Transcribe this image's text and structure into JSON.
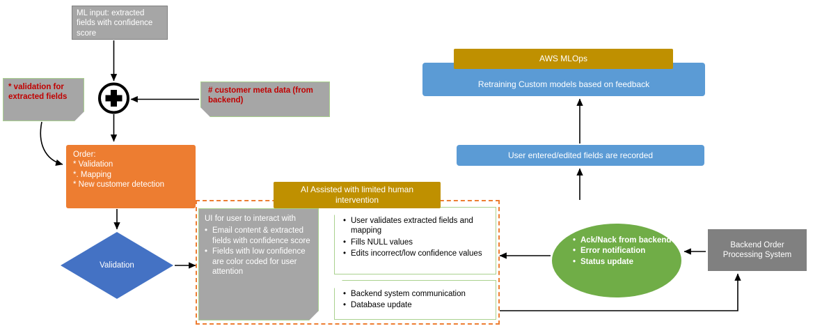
{
  "colors": {
    "gray_box": "#A6A6A6",
    "dark_gray_box": "#808080",
    "orange": "#ED7D31",
    "diamond_blue": "#4472C4",
    "light_blue": "#5B9BD5",
    "gold": "#BF9000",
    "green": "#70AD47",
    "red_text": "#C00000",
    "green_border": "#A9D18E",
    "dashed_border": "#ED7D31"
  },
  "nodes": {
    "ml_input": {
      "label": "ML input: extracted fields with confidence score"
    },
    "validation_note": {
      "label": "* validation for extracted fields"
    },
    "customer_meta": {
      "label": "# customer meta data (from backend)"
    },
    "order": {
      "title": "Order:",
      "items": [
        "*  Validation",
        "*. Mapping",
        "* New customer detection"
      ]
    },
    "validation_diamond": {
      "label": "Validation"
    },
    "ai_assisted_header": {
      "label": "AI Assisted with  limited human intervention"
    },
    "ui_box": {
      "title": "UI for user to interact  with",
      "items": [
        "Email content & extracted fields with confidence score",
        "Fields with low confidence are color coded for user attention"
      ]
    },
    "user_validation_box": {
      "items": [
        "User validates extracted fields and mapping",
        "Fills NULL values",
        "Edits incorrect/low confidence values"
      ]
    },
    "backend_comm_box": {
      "items": [
        "Backend system communication",
        "Database update"
      ]
    },
    "fields_recorded": {
      "label": "User entered/edited fields are recorded"
    },
    "aws_mlops": {
      "label": "AWS MLOps"
    },
    "retraining": {
      "label": "Retraining Custom models based on feedback"
    },
    "ack_nack": {
      "items": [
        "Ack/Nack from backend",
        "Error notification",
        "Status update"
      ]
    },
    "backend_system": {
      "label": "Backend Order Processing System"
    }
  }
}
